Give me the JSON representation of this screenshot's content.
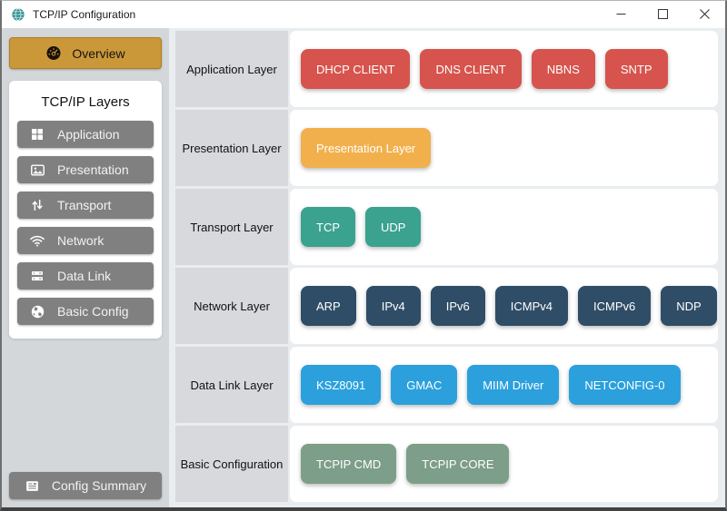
{
  "window": {
    "title": "TCP/IP Configuration",
    "app_icon": "network-globe-icon",
    "controls": [
      "minimize",
      "maximize",
      "close"
    ]
  },
  "theme": {
    "titlebar_bg": "#ffffff",
    "sidebar_bg": "#d4d7da",
    "main_bg": "#e9edf0",
    "row_label_bg": "#d7d9dc",
    "row_content_bg": "#ffffff",
    "gold": "#cb9839",
    "gold_border": "#ad7f24",
    "sidebar_button_gray": "#808080"
  },
  "sidebar": {
    "overview": {
      "label": "Overview",
      "icon": "gauge-icon"
    },
    "layers_panel": {
      "title": "TCP/IP Layers",
      "items": [
        {
          "label": "Application",
          "icon": "grid-icon"
        },
        {
          "label": "Presentation",
          "icon": "image-icon"
        },
        {
          "label": "Transport",
          "icon": "arrows-vertical-icon"
        },
        {
          "label": "Network",
          "icon": "wifi-icon"
        },
        {
          "label": "Data Link",
          "icon": "server-icon"
        },
        {
          "label": "Basic Config",
          "icon": "globe-icon"
        }
      ]
    },
    "config_summary": {
      "label": "Config Summary",
      "icon": "summary-icon"
    }
  },
  "main": {
    "rows": [
      {
        "label": "Application Layer",
        "color": "#d6544d",
        "buttons": [
          "DHCP CLIENT",
          "DNS CLIENT",
          "NBNS",
          "SNTP"
        ]
      },
      {
        "label": "Presentation Layer",
        "color": "#f2b04d",
        "buttons": [
          "Presentation Layer"
        ]
      },
      {
        "label": "Transport Layer",
        "color": "#3aa28f",
        "buttons": [
          "TCP",
          "UDP"
        ]
      },
      {
        "label": "Network Layer",
        "color": "#2f4d66",
        "buttons": [
          "ARP",
          "IPv4",
          "IPv6",
          "ICMPv4",
          "ICMPv6",
          "NDP"
        ]
      },
      {
        "label": "Data Link Layer",
        "color": "#2ba0dd",
        "buttons": [
          "KSZ8091",
          "GMAC",
          "MIIM Driver",
          "NETCONFIG-0"
        ]
      },
      {
        "label": "Basic Configuration",
        "color": "#7d9e88",
        "buttons": [
          "TCPIP CMD",
          "TCPIP CORE"
        ]
      }
    ]
  }
}
